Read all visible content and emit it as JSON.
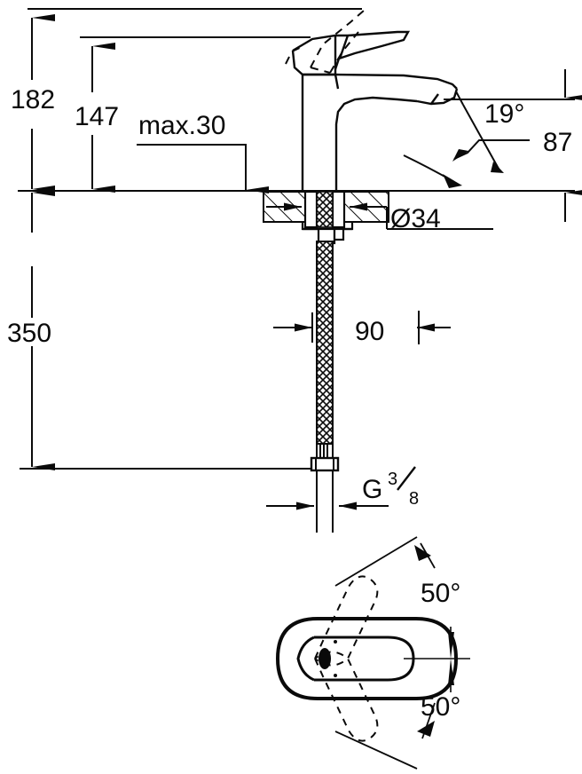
{
  "drawing": {
    "type": "technical-dimension-drawing",
    "subject": "single-lever basin mixer faucet",
    "views": [
      {
        "id": "elevation",
        "name": "side elevation with counter section"
      },
      {
        "id": "plan",
        "name": "top plan view showing swivel range"
      }
    ],
    "line_color": "#0a0a0a",
    "background_color": "#ffffff"
  },
  "dimensions": {
    "height_lever_up": "182",
    "height_body": "147",
    "deck_thickness_max": "max.30",
    "spout_height": "87",
    "spout_angle": "19°",
    "mounting_hole_diameter": "Ø34",
    "hose_length": "90",
    "total_below_deck": "350",
    "thread_prefix": "G",
    "thread_numerator": "3",
    "thread_denominator": "8",
    "swivel_upper": "50°",
    "swivel_lower": "50°"
  },
  "labels": {
    "d182": "182",
    "d147": "147",
    "dmax30": "max.30",
    "d87": "87",
    "d19": "19°",
    "d34": "Ø34",
    "d90": "90",
    "d350": "350",
    "dG": "G",
    "dnum": "3",
    "dden": "8",
    "d50a": "50°",
    "d50b": "50°"
  }
}
